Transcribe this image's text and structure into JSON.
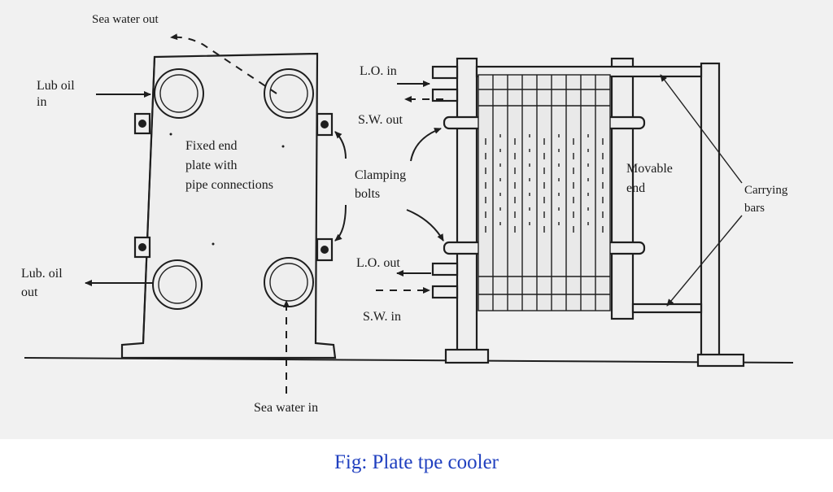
{
  "colors": {
    "caption": "#1f3fbf",
    "line": "#1e1e1e",
    "background": "#f1f1f1"
  },
  "labels": {
    "sea_water_out": "Sea water out",
    "lub_oil_in_1": "Lub oil",
    "lub_oil_in_2": "in",
    "fixed_end_1": "Fixed end",
    "fixed_end_2": "plate with",
    "fixed_end_3": "pipe connections",
    "lub_oil_out_1": "Lub. oil",
    "lub_oil_out_2": "out",
    "sea_water_in": "Sea water in",
    "lo_in": "L.O. in",
    "sw_out": "S.W. out",
    "clamping_1": "Clamping",
    "clamping_2": "bolts",
    "movable_1": "Movable",
    "movable_2": "end",
    "carrying_1": "Carrying",
    "carrying_2": "bars",
    "lo_out": "L.O. out",
    "sw_in": "S.W. in"
  },
  "caption": "Fig: Plate tpe cooler"
}
